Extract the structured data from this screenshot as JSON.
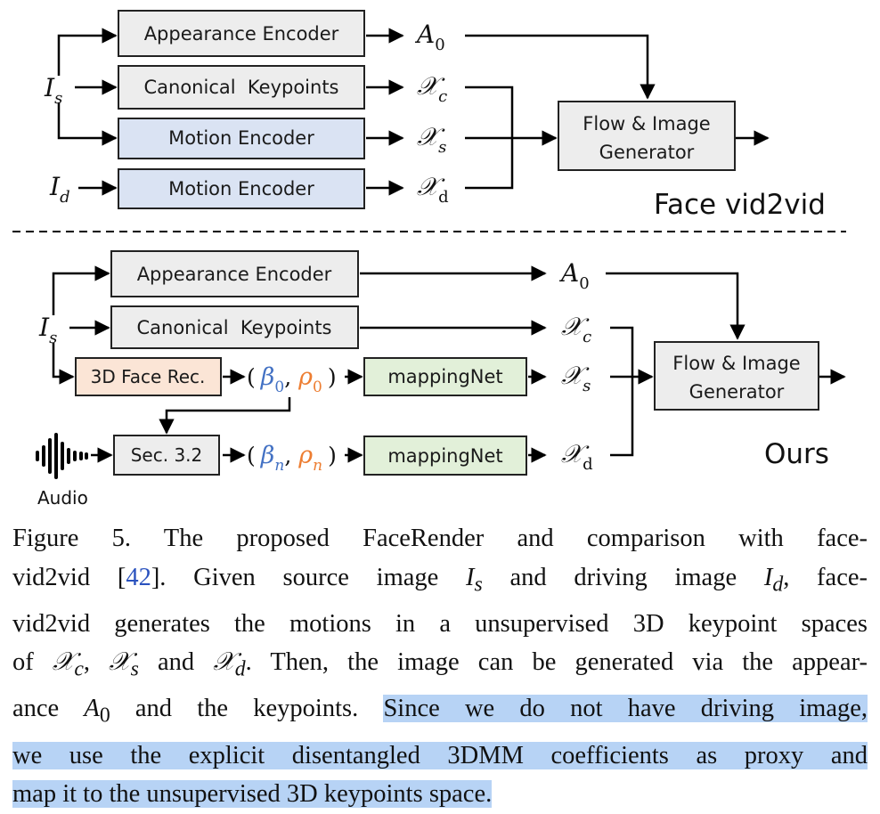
{
  "colors": {
    "gray_box": "#ededed",
    "blue_box": "#dae3f3",
    "orange_box": "#fbe5d6",
    "green_box": "#e2f0d9",
    "beta_color": "#4472c4",
    "rho_color": "#ed7d31",
    "reference_color": "#2a52be",
    "highlight_color": "#b7d3f5"
  },
  "top_panel": {
    "title": "Face vid2vid",
    "inputs": {
      "source": "I",
      "source_sub": "s",
      "driving": "I",
      "driving_sub": "d"
    },
    "boxes": {
      "appearance_encoder": "Appearance Encoder",
      "canonical_keypoints": "Canonical  Keypoints",
      "motion_encoder_1": "Motion Encoder",
      "motion_encoder_2": "Motion Encoder",
      "generator_line1": "Flow & Image",
      "generator_line2": "Generator"
    },
    "outputs": {
      "appearance": "A",
      "appearance_sub": "0",
      "kp_canonical": "𝒳",
      "kp_canonical_sub": "c",
      "kp_source": "𝒳",
      "kp_source_sub": "s",
      "kp_driving": "𝒳",
      "kp_driving_sub": "d"
    }
  },
  "bottom_panel": {
    "title": "Ours",
    "inputs": {
      "source": "I",
      "source_sub": "s",
      "audio_label": "Audio"
    },
    "boxes": {
      "appearance_encoder": "Appearance Encoder",
      "canonical_keypoints": "Canonical  Keypoints",
      "face_rec": "3D Face Rec.",
      "sec": "Sec. 3.2",
      "mapping_net_1": "mappingNet",
      "mapping_net_2": "mappingNet",
      "generator_line1": "Flow & Image",
      "generator_line2": "Generator"
    },
    "coeffs": {
      "row1_beta": "β",
      "row1_beta_sub": "0",
      "row1_rho": "ρ",
      "row1_rho_sub": "0",
      "row2_beta": "β",
      "row2_beta_sub": "n",
      "row2_rho": "ρ",
      "row2_rho_sub": "n"
    },
    "outputs": {
      "appearance": "A",
      "appearance_sub": "0",
      "kp_canonical": "𝒳",
      "kp_canonical_sub": "c",
      "kp_source": "𝒳",
      "kp_source_sub": "s",
      "kp_driving": "𝒳",
      "kp_driving_sub": "d"
    }
  },
  "caption": {
    "l1": "Figure 5. The proposed FaceRender and comparison with face-",
    "l2_a": "vid2vid [",
    "l2_ref": "42",
    "l2_b": "]. Given source image ",
    "l2_c": " and driving image ",
    "l2_d": ", face-",
    "l3": "vid2vid generates the motions in a unsupervised 3D keypoint spaces",
    "l4_a": "of ",
    "l4_b": ", ",
    "l4_c": " and ",
    "l4_d": ". Then, the image can be generated via the appear-",
    "l5_a": "ance ",
    "l5_b": " and the keypoints. ",
    "l5_hl": "Since we do not have driving image,",
    "l6_hl": "we use the explicit disentangled 3DMM coefficients as proxy and",
    "l7_hl": "map it to the unsupervised 3D keypoints space.",
    "math_Is": "I",
    "math_Is_sub": "s",
    "math_Id": "I",
    "math_Id_sub": "d",
    "math_Xc": "𝒳",
    "math_Xc_sub": "c",
    "math_Xs": "𝒳",
    "math_Xs_sub": "s",
    "math_Xd": "𝒳",
    "math_Xd_sub": "d",
    "math_A0": "A",
    "math_A0_sub": "0"
  }
}
